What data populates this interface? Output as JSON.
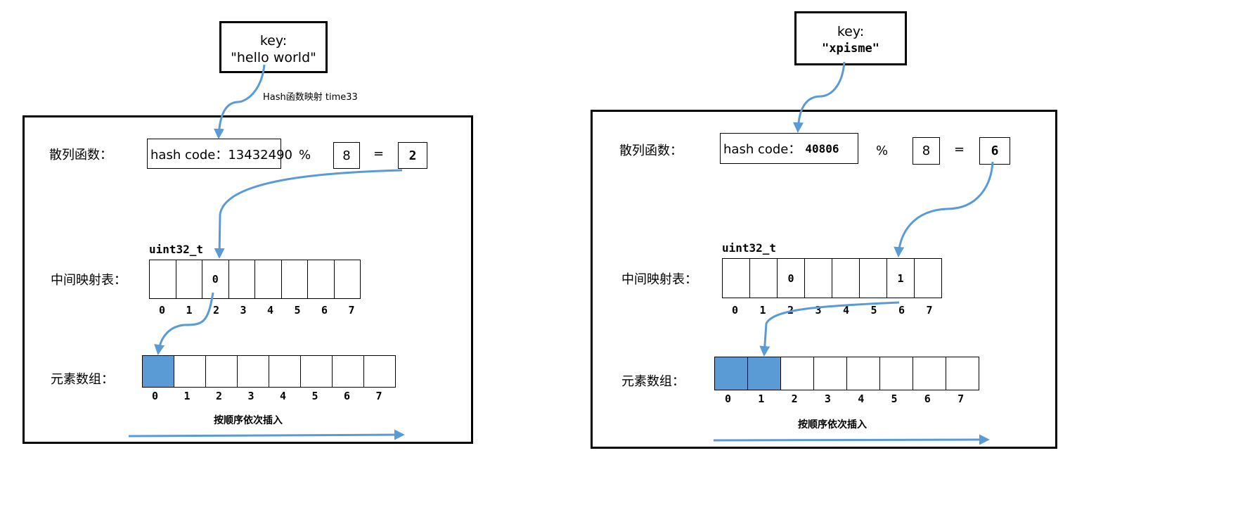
{
  "left": {
    "key_label": "key:",
    "key_value": "\"hello world\"",
    "hash_fn_caption": "Hash函数映射 time33",
    "hash_fn_label": "散列函数：",
    "hash_code_text": "hash code：13432490",
    "mod_op": "%",
    "modulus": "8",
    "eq_op": "=",
    "result": "2",
    "type_label": "uint32_t",
    "map_label": "中间映射表：",
    "map_cells": [
      "",
      "",
      "0",
      "",
      "",
      "",
      "",
      ""
    ],
    "map_indices": [
      "0",
      "1",
      "2",
      "3",
      "4",
      "5",
      "6",
      "7"
    ],
    "array_label": "元素数组：",
    "array_filled": [
      true,
      false,
      false,
      false,
      false,
      false,
      false,
      false
    ],
    "array_indices": [
      "0",
      "1",
      "2",
      "3",
      "4",
      "5",
      "6",
      "7"
    ],
    "insert_caption": "按顺序依次插入"
  },
  "right": {
    "key_label": "key:",
    "key_value": "\"xpisme\"",
    "hash_fn_label": "散列函数：",
    "hash_code_prefix": "hash code：",
    "hash_code_value": "40806",
    "mod_op": "%",
    "modulus": "8",
    "eq_op": "=",
    "result": "6",
    "type_label": "uint32_t",
    "map_label": "中间映射表：",
    "map_cells": [
      "",
      "",
      "0",
      "",
      "",
      "",
      "1",
      ""
    ],
    "map_indices": [
      "0",
      "1",
      "2",
      "3",
      "4",
      "5",
      "6",
      "7"
    ],
    "array_label": "元素数组：",
    "array_filled": [
      true,
      true,
      false,
      false,
      false,
      false,
      false,
      false
    ],
    "array_indices": [
      "0",
      "1",
      "2",
      "3",
      "4",
      "5",
      "6",
      "7"
    ],
    "insert_caption": "按顺序依次插入"
  },
  "colors": {
    "arrow": "#5b9bd5",
    "fill": "#5b9bd5",
    "border": "#000000"
  }
}
